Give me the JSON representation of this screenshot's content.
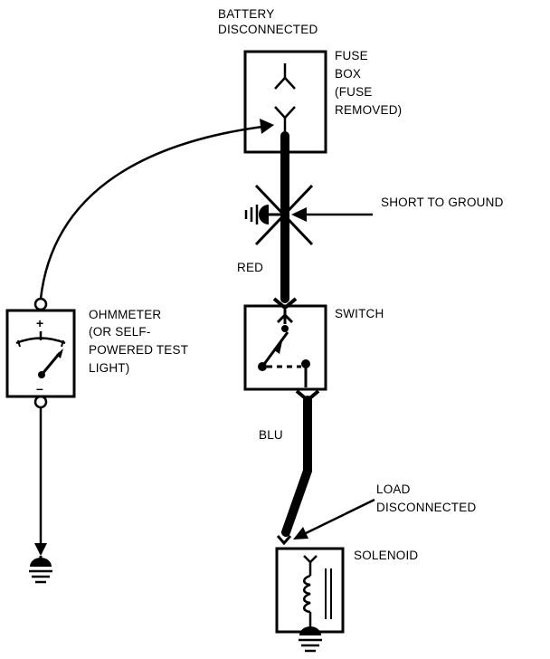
{
  "labels": {
    "battery_line1": "BATTERY",
    "battery_line2": "DISCONNECTED",
    "fuse_line1": "FUSE",
    "fuse_line2": "BOX",
    "fuse_line3": "(FUSE",
    "fuse_line4": "REMOVED)",
    "short": "SHORT TO GROUND",
    "red": "RED",
    "switch": "SWITCH",
    "ohm_line1": "OHMMETER",
    "ohm_line2": "(OR SELF-",
    "ohm_line3": "POWERED TEST",
    "ohm_line4": "LIGHT)",
    "blu": "BLU",
    "load_line1": "LOAD",
    "load_line2": "DISCONNECTED",
    "solenoid": "SOLENOID",
    "meter_plus": "+",
    "meter_minus": "–"
  },
  "icons": {
    "ground": "ground-icon",
    "fuse_terminal": "fuse-terminal-icon",
    "coil": "coil-icon",
    "short_mark": "x-mark-icon"
  },
  "colors": {
    "line": "#000000",
    "background": "#ffffff"
  }
}
